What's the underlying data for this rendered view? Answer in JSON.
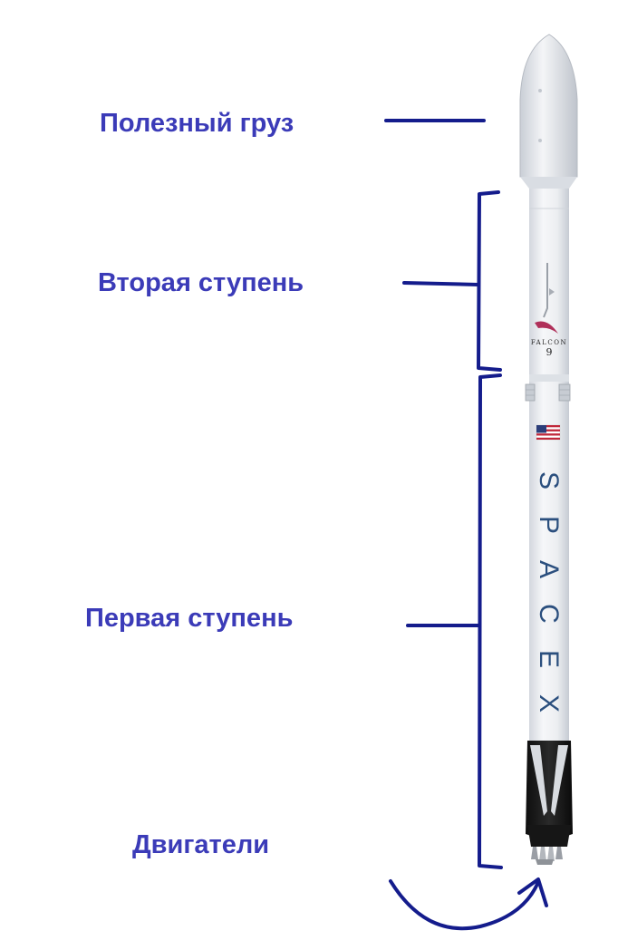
{
  "labels": {
    "payload": "Полезный груз",
    "second_stage": "Вторая ступень",
    "first_stage": "Первая ступень",
    "engines": "Двигатели"
  },
  "rocket": {
    "falcon_logo_text": "FALCON",
    "falcon_logo_number": "9",
    "spacex_letters": [
      "S",
      "P",
      "A",
      "C",
      "E",
      "X"
    ]
  },
  "colors": {
    "label_text": "#3b3bb8",
    "annotation_ink": "#141c8c",
    "rocket_body": "#eef0f3",
    "rocket_shade": "#cfd3da",
    "engine_black": "#1a1a1a",
    "logo_blue": "#2b4f7e",
    "falcon_red": "#b0305a"
  }
}
